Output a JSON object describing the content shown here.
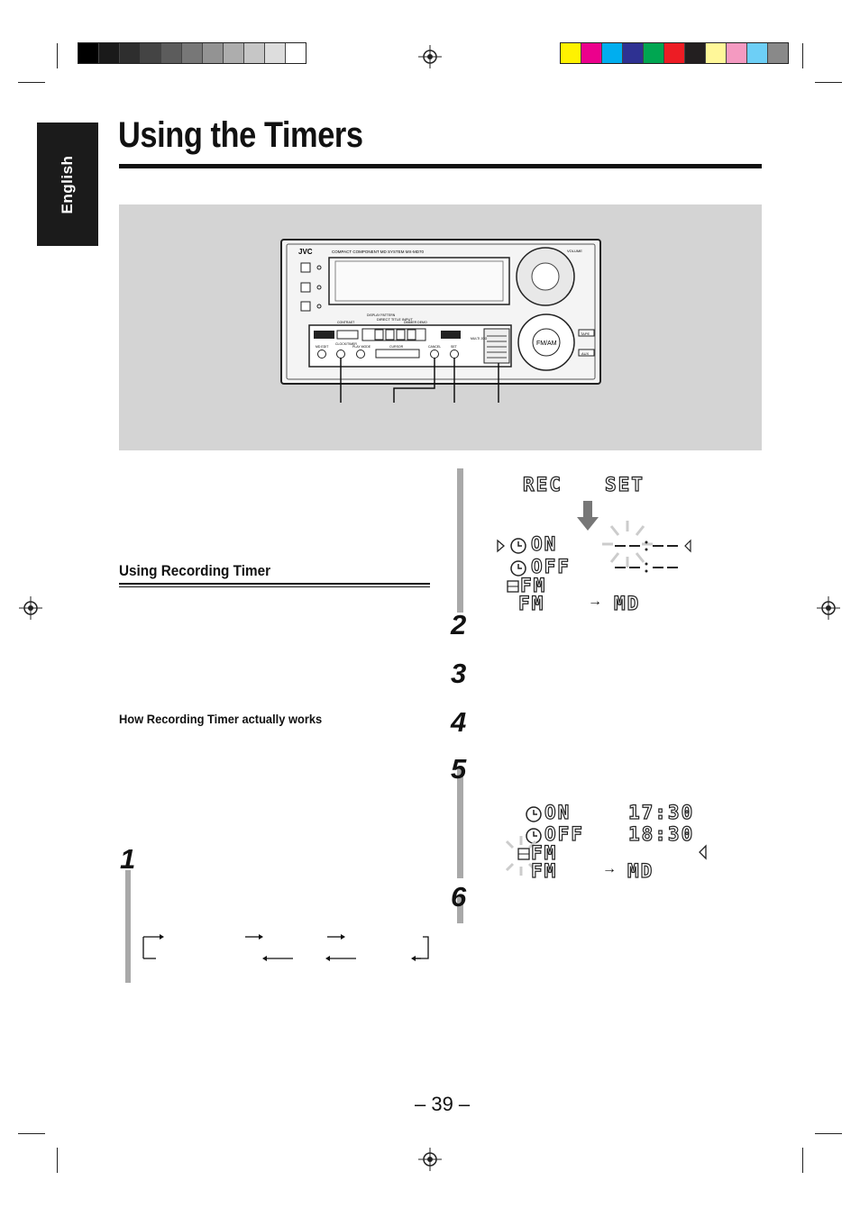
{
  "sidebar": {
    "language": "English"
  },
  "page": {
    "title": "Using the Timers",
    "number": "– 39 –"
  },
  "section": {
    "heading": "Using Recording Timer",
    "subheading": "How Recording Timer actually works"
  },
  "steps": [
    "1",
    "2",
    "3",
    "4",
    "5",
    "6"
  ],
  "displays": {
    "rec_set": [
      "REC",
      "SET"
    ],
    "on_row": "ON",
    "off_row": "OFF",
    "band_row": "FM",
    "source_row": [
      "FM",
      "→",
      "MD"
    ],
    "on_time": "17:30",
    "off_time": "18:30"
  },
  "device": {
    "brand": "JVC",
    "model_caption": "COMPACT COMPONENT MD SYSTEM MX-MD70",
    "volume_label": "VOLUME",
    "fm_am_label": "FM/AM",
    "direct_title_input": "DIRECT TITLE INPUT",
    "display_pattern": "DISPLAY PATTERN",
    "contrast": "CONTRAST",
    "dimmer_demo": "DIMMER DEMO",
    "tape_label": "TAPE",
    "aux_label": "AUX",
    "multi_jog": "MULTI JOG",
    "buttons": [
      "MD EDIT",
      "CLOCK/TIMER",
      "PLAY MODE",
      "CURSOR",
      "CANCEL",
      "SET"
    ]
  },
  "colors": {
    "gray_scale": [
      "#000000",
      "#1a1a1a",
      "#2e2e2e",
      "#444444",
      "#5c5c5c",
      "#777777",
      "#939393",
      "#adadad",
      "#c6c6c6",
      "#dddddd",
      "#ffffff"
    ],
    "color_bar": [
      "#fff200",
      "#ec008c",
      "#00aeef",
      "#2e3192",
      "#00a651",
      "#ed1c24",
      "#231f20",
      "#fff799",
      "#f49ac1",
      "#6dcff6",
      "#898989"
    ]
  }
}
